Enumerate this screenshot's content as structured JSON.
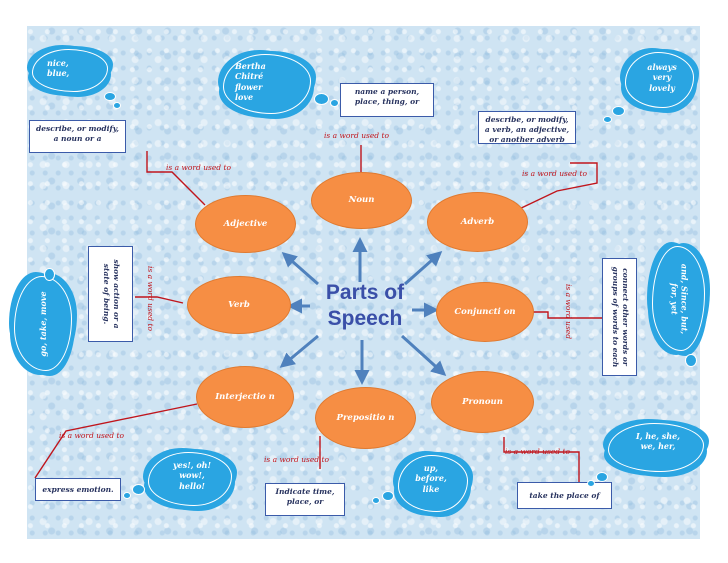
{
  "center": {
    "title_line1": "Parts of",
    "title_line2": "Speech"
  },
  "nodes": {
    "noun": "Noun",
    "adjective": "Adjective",
    "adverb": "Adverb",
    "verb": "Verb",
    "conjunction": "Conjuncti on",
    "interjection": "Interjectio n",
    "preposition": "Prepositio n",
    "pronoun": "Pronoun"
  },
  "phrases": {
    "noun": "is a word used to",
    "adjective": "is a word used to",
    "adverb": "is a word used to",
    "verb": "is a word used to",
    "conjunction": "is a word used",
    "interjection": "is a word used to",
    "preposition": "is a word used to",
    "pronoun": "is a word used to"
  },
  "definitions": {
    "noun": "name a person, place, thing, or",
    "adjective": "describe, or modify, a noun or a",
    "adverb": "describe, or modify, a verb, an adjective, or another adverb",
    "verb": "show action or a state of being.",
    "conjunction": "connect other words or groups of words to each",
    "interjection": "express emotion.",
    "preposition": "Indicate time, place, or",
    "pronoun": "take the place of"
  },
  "examples": {
    "adjective": "nice, blue,",
    "noun": "Bertha Chitré flower love",
    "adverb": "always very lovely",
    "verb": "go, take, move",
    "conjunction": "and, Since, but, for, yet",
    "interjection": "yes!, oh! wow!, hello!",
    "preposition": "up, before, like",
    "pronoun": "I, he, she, we, her,"
  },
  "colors": {
    "ellipse": "#f68e44",
    "cloud": "#2aa5e2",
    "box_border": "#3b5ba9",
    "phrase": "#c0151c",
    "arrow": "#4f81bd",
    "title": "#3a4fa8"
  }
}
